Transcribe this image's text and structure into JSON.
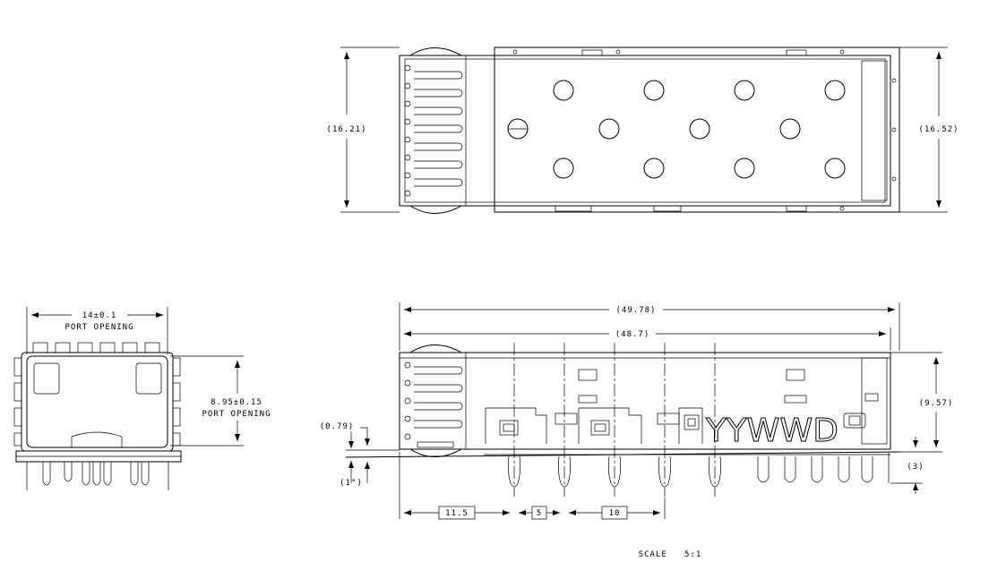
{
  "top_view": {
    "dim_left": "(16.21)",
    "dim_right": "(16.52)"
  },
  "front_view": {
    "dim_width": "14±0.1",
    "dim_width_note": "PORT OPENING",
    "dim_height": "8.95±0.15",
    "dim_height_note": "PORT OPENING"
  },
  "side_view": {
    "dim_overall": "(49.78)",
    "dim_body": "(48.7)",
    "dim_height": "(9.57)",
    "dim_pin_offset": "(0.79)",
    "dim_angle": "(1°)",
    "dim_pin_length": "(3)",
    "dim_pitch_1": "11.5",
    "dim_pitch_2": "5",
    "dim_pitch_3": "10",
    "marking": "YYWWD"
  },
  "scale_label": "SCALE   5:1"
}
